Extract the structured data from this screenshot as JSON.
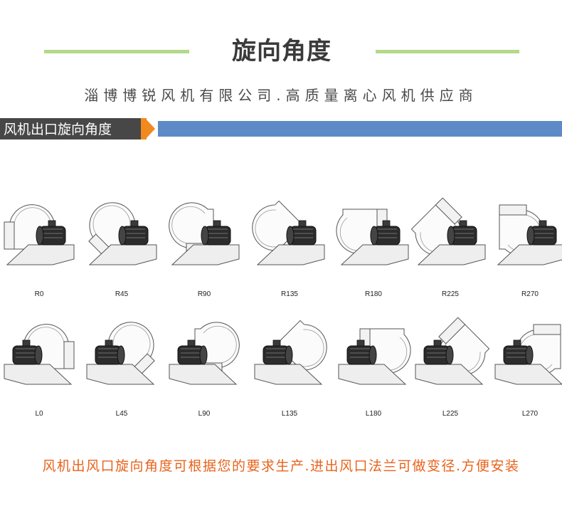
{
  "header": {
    "title": "旋向角度",
    "subtitle": "淄博博锐风机有限公司.高质量离心风机供应商"
  },
  "section": {
    "label": "风机出口旋向角度"
  },
  "fans_row1": [
    {
      "label": "R0",
      "angle": 0,
      "mirror": false
    },
    {
      "label": "R45",
      "angle": 45,
      "mirror": false
    },
    {
      "label": "R90",
      "angle": 90,
      "mirror": false
    },
    {
      "label": "R135",
      "angle": 135,
      "mirror": false
    },
    {
      "label": "R180",
      "angle": 180,
      "mirror": false
    },
    {
      "label": "R225",
      "angle": 225,
      "mirror": false
    },
    {
      "label": "R270",
      "angle": 270,
      "mirror": false
    }
  ],
  "fans_row2": [
    {
      "label": "L0",
      "angle": 0,
      "mirror": true
    },
    {
      "label": "L45",
      "angle": 45,
      "mirror": true
    },
    {
      "label": "L90",
      "angle": 90,
      "mirror": true
    },
    {
      "label": "L135",
      "angle": 135,
      "mirror": true
    },
    {
      "label": "L180",
      "angle": 180,
      "mirror": true
    },
    {
      "label": "L225",
      "angle": 225,
      "mirror": true
    },
    {
      "label": "L270",
      "angle": 270,
      "mirror": true
    }
  ],
  "footer": {
    "note": "风机出风口旋向角度可根据您的要求生产.进出风口法兰可做变径.方便安装"
  },
  "colors": {
    "accent_green": "#b4d98a",
    "accent_orange": "#f08a1e",
    "accent_blue": "#5e8bc7",
    "footer_text": "#e8631c"
  }
}
